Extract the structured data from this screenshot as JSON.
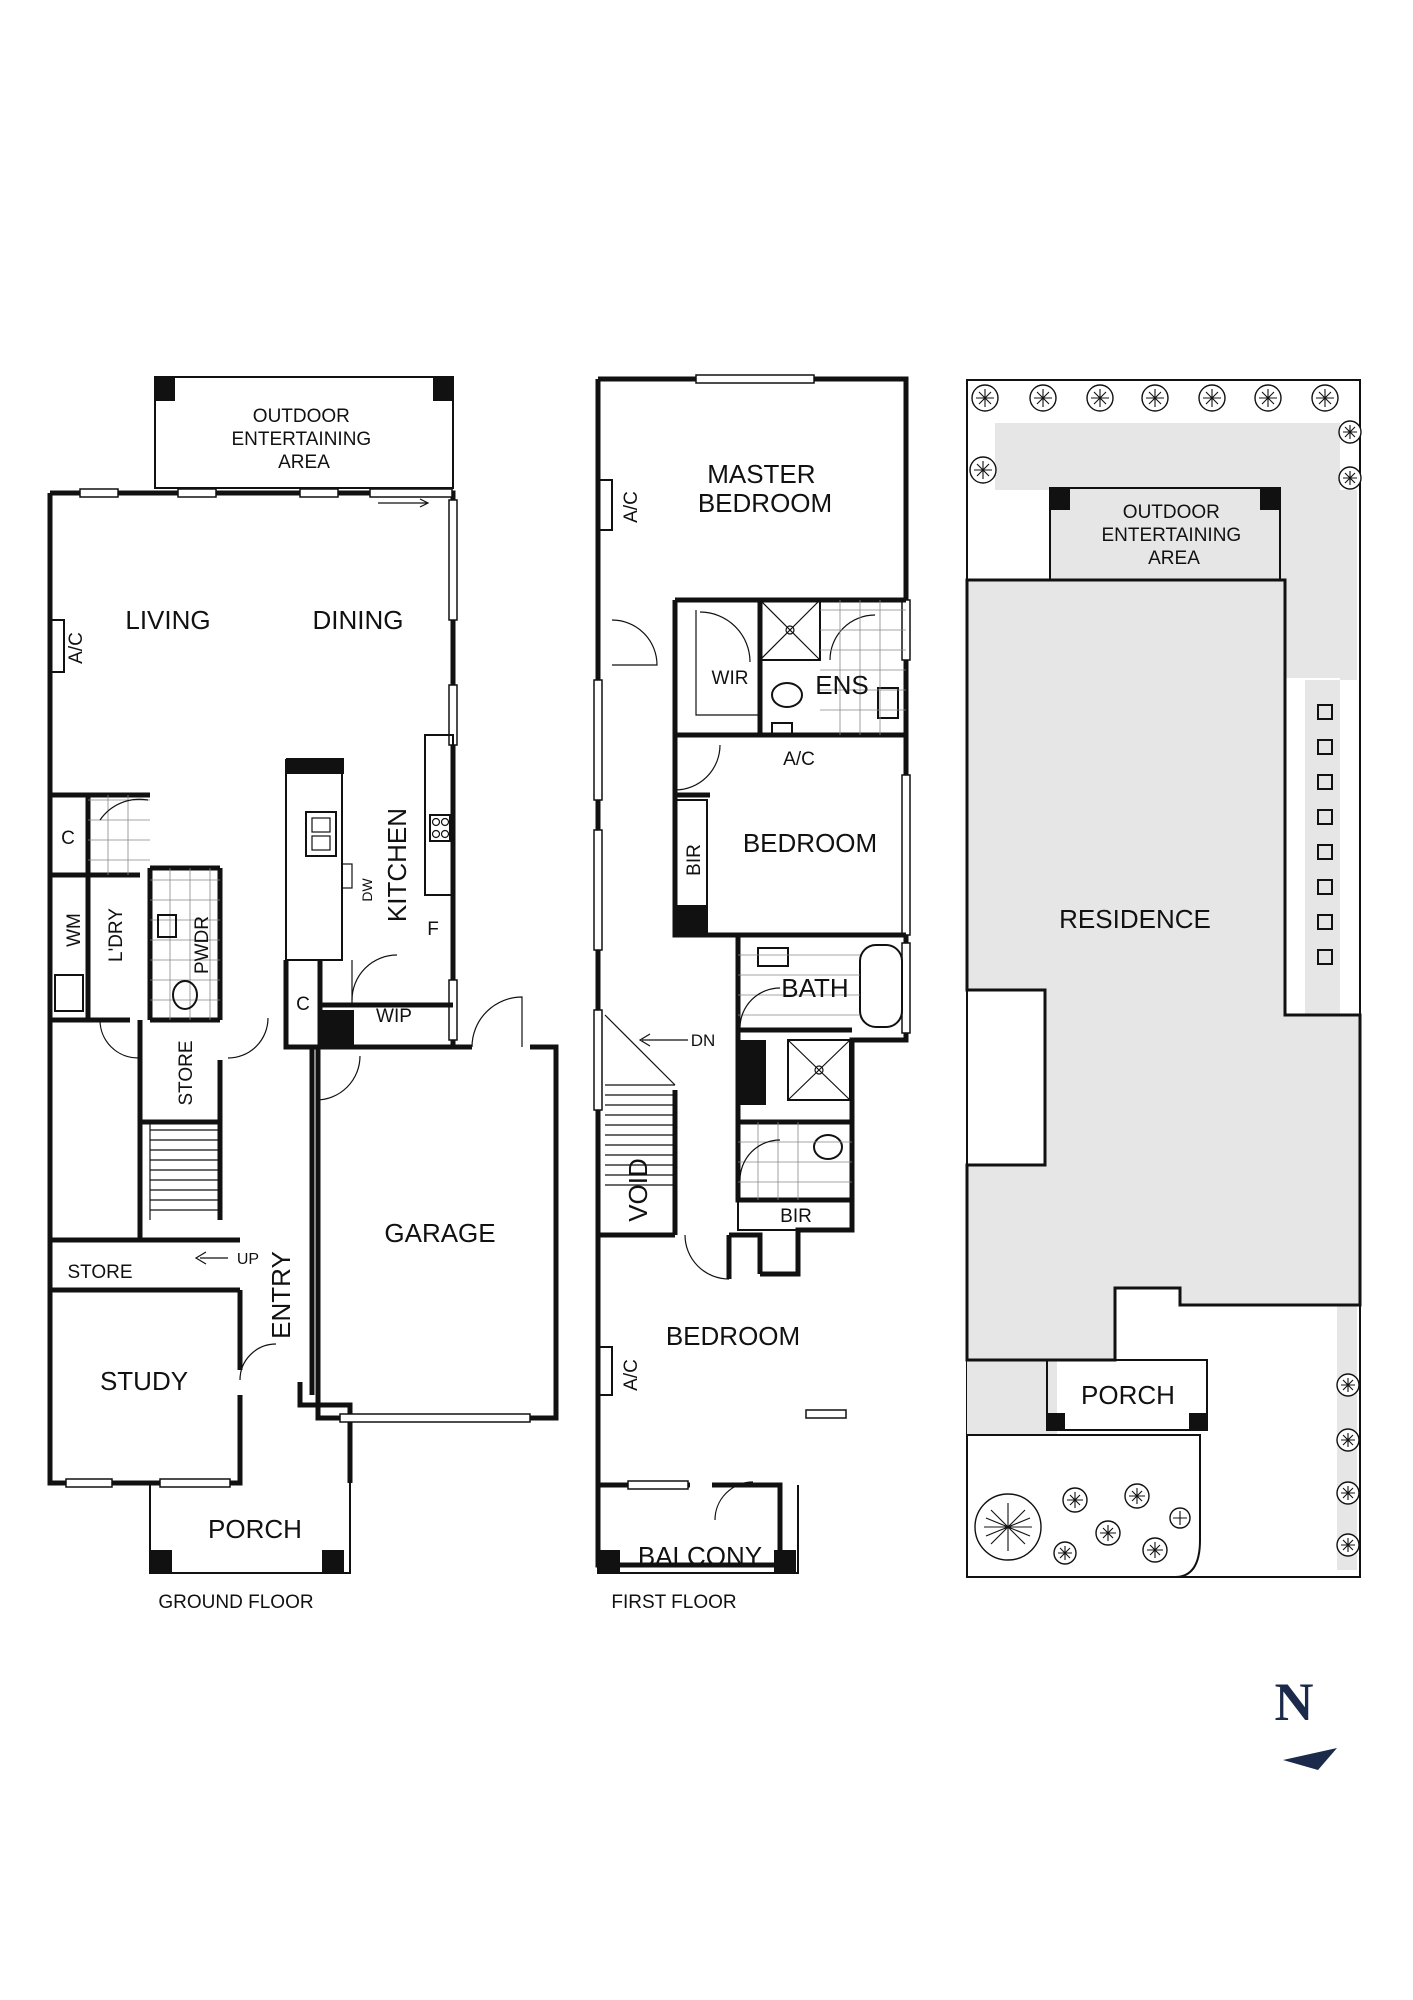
{
  "ground_floor": {
    "caption": "GROUND FLOOR",
    "outdoor_entertaining": "OUTDOOR\nENTERTAINING\nAREA",
    "living": "LIVING",
    "dining": "DINING",
    "ac": "A/C",
    "kitchen": "KITCHEN",
    "dw": "DW",
    "f": "F",
    "c1": "C",
    "c2": "C",
    "wm": "WM",
    "laundry": "L'DRY",
    "powder": "PWDR",
    "wip": "WIP",
    "store1": "STORE",
    "store2": "STORE",
    "up": "UP",
    "entry": "ENTRY",
    "study": "STUDY",
    "garage": "GARAGE",
    "porch": "PORCH"
  },
  "first_floor": {
    "caption": "FIRST FLOOR",
    "master_bedroom": "MASTER\nBEDROOM",
    "ac1": "A/C",
    "ac2": "A/C",
    "ac3": "A/C",
    "wir": "WIR",
    "ens": "ENS",
    "bedroom1": "BEDROOM",
    "bir1": "BIR",
    "bath": "BATH",
    "dn": "DN",
    "void": "VOID",
    "bir2": "BIR",
    "bedroom2": "BEDROOM",
    "balcony": "BALCONY"
  },
  "site_plan": {
    "outdoor_entertaining": "OUTDOOR\nENTERTAINING\nAREA",
    "residence": "RESIDENCE",
    "porch": "PORCH"
  },
  "north": {
    "letter": "N",
    "color": "#1b2a4a"
  }
}
